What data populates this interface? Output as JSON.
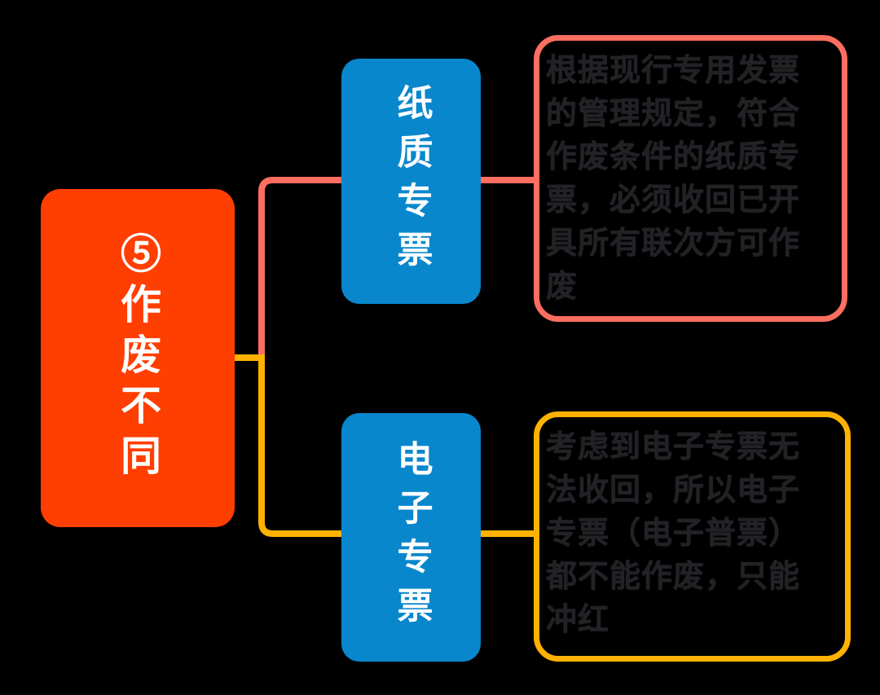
{
  "diagram": {
    "title_node": {
      "label": "⑤作废不同"
    },
    "branches": [
      {
        "id": "paper",
        "label": "纸质专票",
        "note": "根据现行专用发票\n的管理规定，符合\n作废条件的纸质专\n票，必须收回已开\n具所有联次方可作\n废"
      },
      {
        "id": "electronic",
        "label": "电子专票",
        "note": "考虑到电子专票无\n法收回，所以电子\n专票（电子普票）\n都不能作废，只能\n冲红"
      }
    ],
    "colors": {
      "background": "#000000",
      "root_fill": "#ff3e02",
      "branch_fill": "#0987cd",
      "paper_accent": "#fc6e60",
      "electronic_accent": "#ffb202",
      "label_text": "#ffffff",
      "note_text": "#222226"
    }
  }
}
